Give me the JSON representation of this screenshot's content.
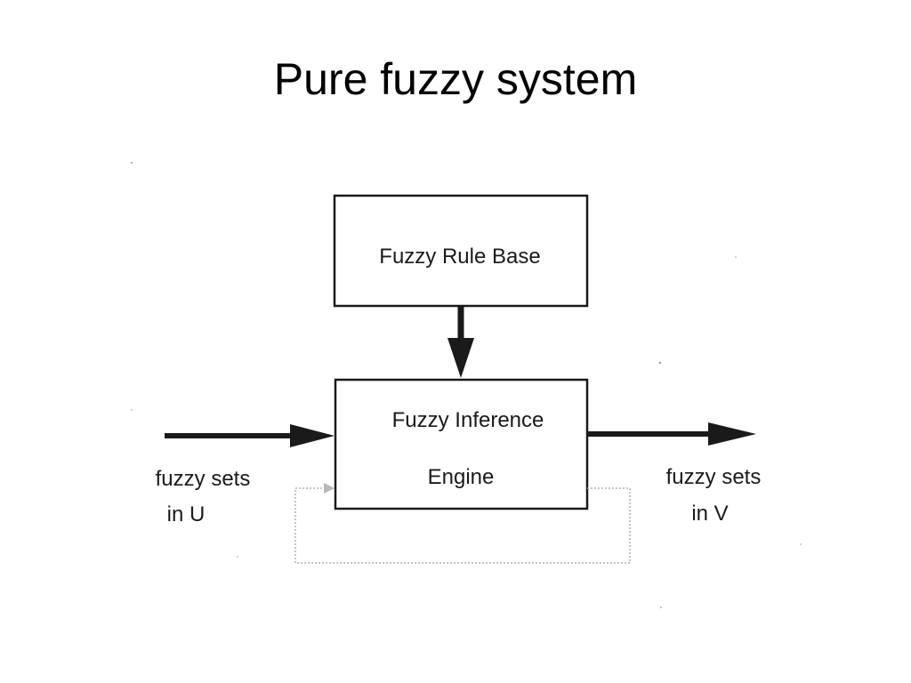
{
  "slide": {
    "title": "Pure fuzzy system"
  },
  "diagram": {
    "rule_base_label": "Fuzzy Rule Base",
    "engine_label_line1": "Fuzzy Inference",
    "engine_label_line2": "Engine",
    "input_label_line1": "fuzzy sets",
    "input_label_line2": "in U",
    "output_label_line1": "fuzzy sets",
    "output_label_line2": "in V"
  },
  "colors": {
    "stroke": "#1a1a1a",
    "feedback_loop": "#b0b0b0"
  }
}
